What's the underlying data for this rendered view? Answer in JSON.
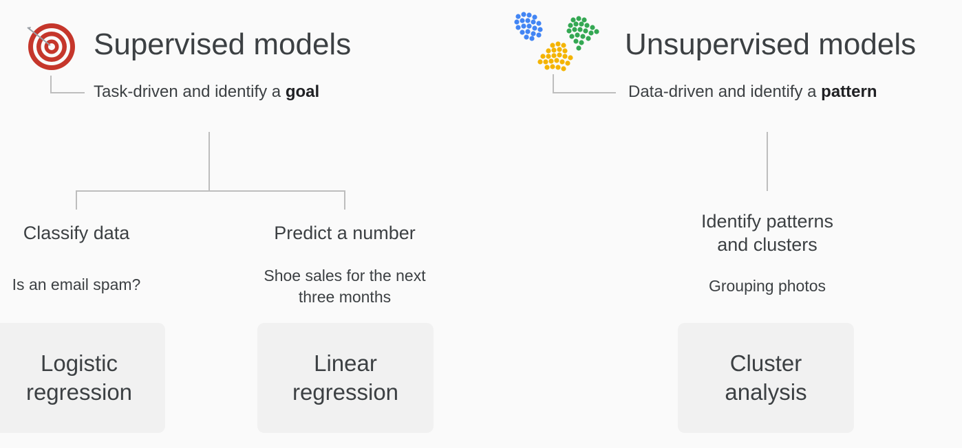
{
  "supervised": {
    "title": "Supervised models",
    "subtitle_prefix": "Task-driven and identify a ",
    "subtitle_bold": "goal",
    "icon": "target-icon",
    "branches": [
      {
        "heading": "Classify data",
        "example": "Is an email spam?",
        "method_line1": "Logistic",
        "method_line2": "regression"
      },
      {
        "heading": "Predict a number",
        "example_line1": "Shoe sales for the next",
        "example_line2": "three months",
        "method_line1": "Linear",
        "method_line2": "regression"
      }
    ]
  },
  "unsupervised": {
    "title": "Unsupervised models",
    "subtitle_prefix": "Data-driven and identify a ",
    "subtitle_bold": "pattern",
    "icon": "clusters-icon",
    "heading_line1": "Identify patterns",
    "heading_line2": "and clusters",
    "example": "Grouping photos",
    "method_line1": "Cluster",
    "method_line2": "analysis"
  },
  "colors": {
    "target_red": "#c5362b",
    "cluster_blue": "#4285f4",
    "cluster_green": "#34a853",
    "cluster_yellow": "#f4b400",
    "card_bg": "#f1f1f1",
    "connector": "#bdbdbd"
  }
}
